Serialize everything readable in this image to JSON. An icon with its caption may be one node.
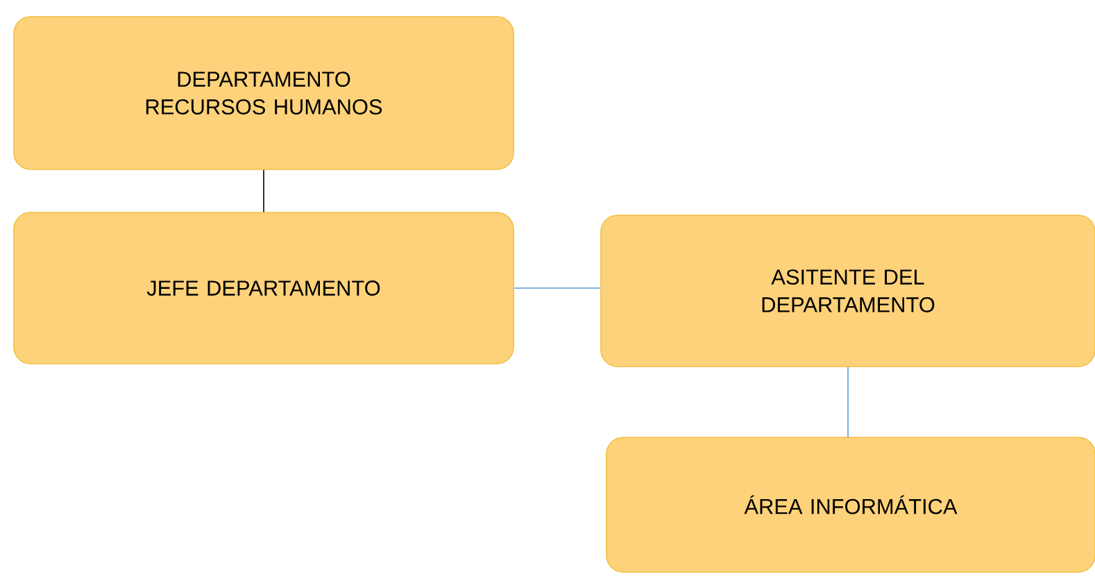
{
  "diagram": {
    "nodes": [
      {
        "text": [
          "DEPARTAMENTO RECURSOS HUMANOS"
        ]
      },
      {
        "text": [
          "JEFE DEPARTAMENTO"
        ]
      },
      {
        "text": [
          "ASITENTE DEL DEPARTAMENTO"
        ]
      },
      {
        "text": [
          "ÁREA INFORMÁTICA"
        ]
      }
    ],
    "edges": [
      {
        "from": 0,
        "to": 1,
        "arrow": "none",
        "color": "#000000"
      },
      {
        "from": 1,
        "to": 2,
        "arrow": "none"
      },
      {
        "from": 2,
        "to": 3,
        "arrow": "none"
      }
    ]
  }
}
